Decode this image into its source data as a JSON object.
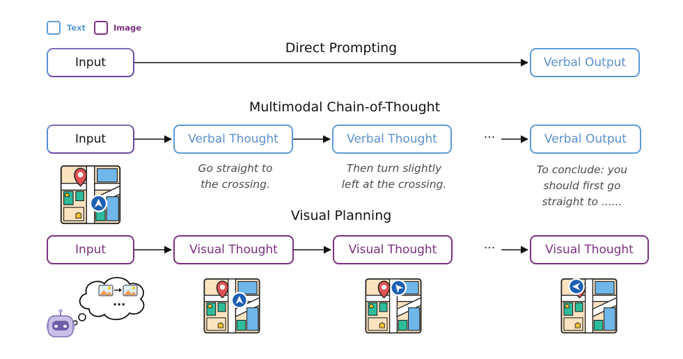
{
  "legend": {
    "text_label": "Text",
    "image_label": "Image",
    "text_color": "#5a9bd4",
    "image_color": "#7b2f7f"
  },
  "direct": {
    "title": "Direct Prompting",
    "input_label": "Input",
    "output_label": "Verbal Output"
  },
  "mcot": {
    "title": "Multimodal Chain-of-Thought",
    "input_label": "Input",
    "thought1_label": "Verbal Thought",
    "thought2_label": "Verbal Thought",
    "ellipsis": "···",
    "output_label": "Verbal Output",
    "caption1": [
      "Go straight to",
      "the crossing."
    ],
    "caption2": [
      "Then turn slightly",
      "left at the crossing."
    ],
    "caption3": [
      "To conclude: you",
      "should first go",
      "straight to ......"
    ]
  },
  "visual": {
    "title": "Visual Planning",
    "input_label": "Input",
    "thought1_label": "Visual Thought",
    "thought2_label": "Visual Thought",
    "ellipsis": "···",
    "thought3_label": "Visual Thought",
    "bubble_ellipsis": "...",
    "icons": [
      "map-icon",
      "robot-icon",
      "thought-bubble-icon",
      "image-icon"
    ]
  }
}
